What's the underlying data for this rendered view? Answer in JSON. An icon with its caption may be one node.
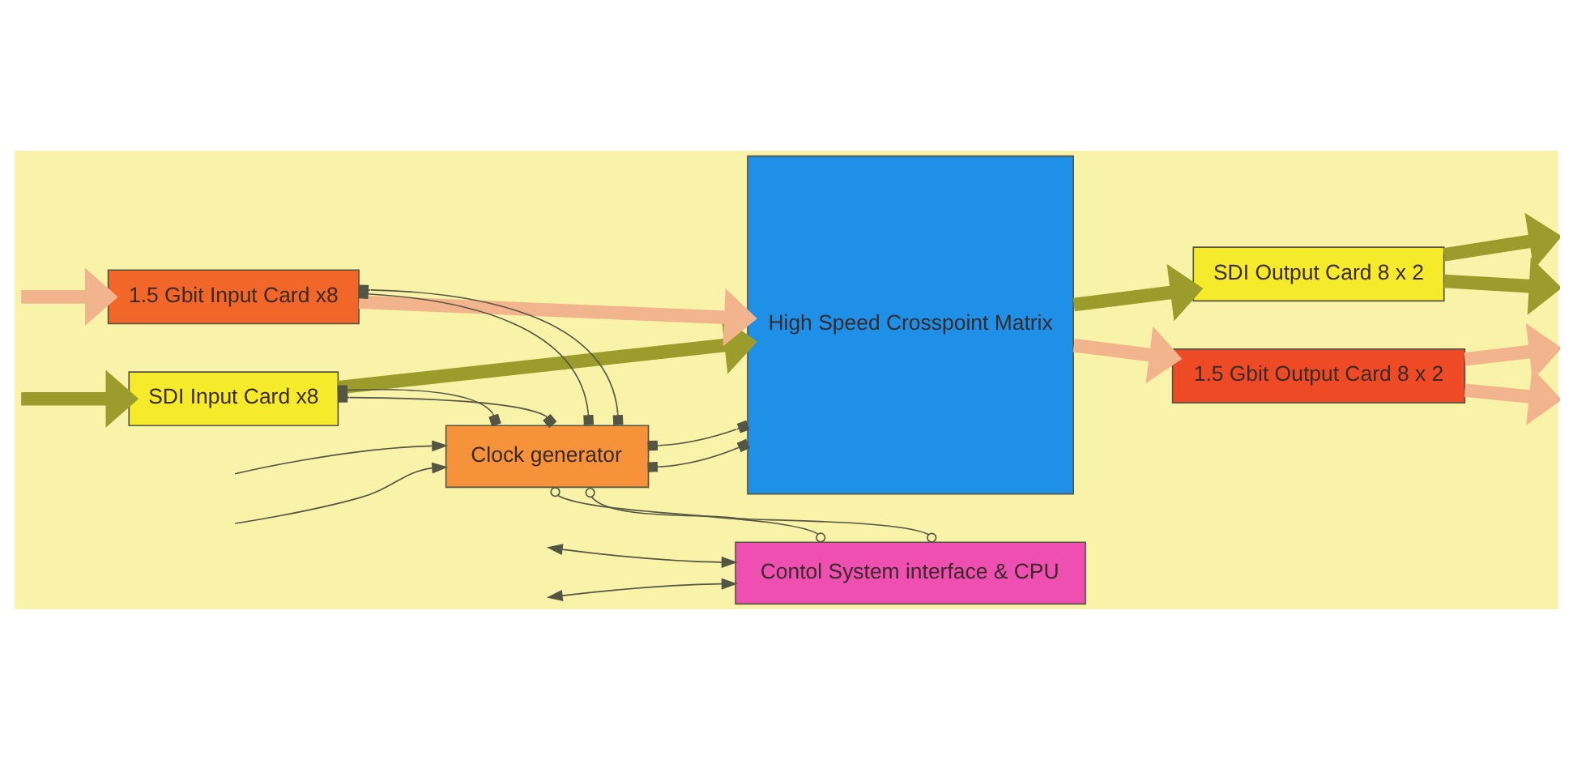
{
  "diagram": {
    "nodes": [
      {
        "text": [
          "SDI Input Card x8"
        ]
      },
      {
        "text": [
          "1.5 Gbit Input Card x8"
        ]
      },
      {
        "text": [
          "High Speed Crosspoint Matrix"
        ]
      },
      {
        "text": [
          "SDI Output Card 8 x 2"
        ]
      },
      {
        "text": [
          "1.5 Gbit Output Card 8 x 2"
        ]
      },
      {
        "text": [
          "Clock generator"
        ]
      },
      {
        "text": [
          "Contol System interface & CPU"
        ]
      }
    ],
    "edges": [
      {
        "from": null,
        "to": 0,
        "arrow": "to",
        "style": "thick",
        "color": "#9c9c2c"
      },
      {
        "from": null,
        "to": 1,
        "arrow": "to",
        "style": "thick",
        "color": "#f2b48c"
      },
      {
        "from": 0,
        "to": 2,
        "arrow": "to",
        "style": "thick",
        "color": "#9c9c2c"
      },
      {
        "from": 1,
        "to": 2,
        "arrow": "to",
        "style": "thick",
        "color": "#f2b48c"
      },
      {
        "from": 2,
        "to": 3,
        "arrow": "to",
        "style": "thick",
        "color": "#9c9c2c"
      },
      {
        "from": 2,
        "to": 4,
        "arrow": "to",
        "style": "thick",
        "color": "#f2b48c"
      },
      {
        "from": 3,
        "to": null,
        "arrow": "to",
        "style": "thick",
        "color": "#9c9c2c"
      },
      {
        "from": 3,
        "to": null,
        "arrow": "to",
        "style": "thick",
        "color": "#9c9c2c"
      },
      {
        "from": 4,
        "to": null,
        "arrow": "to",
        "style": "thick",
        "color": "#f2b48c"
      },
      {
        "from": 4,
        "to": null,
        "arrow": "to",
        "style": "thick",
        "color": "#f2b48c"
      },
      {
        "from": 0,
        "to": 5,
        "arrow": "other"
      },
      {
        "from": 0,
        "to": 5,
        "arrow": "other"
      },
      {
        "from": 1,
        "to": 5,
        "arrow": "other"
      },
      {
        "from": 1,
        "to": 5,
        "arrow": "other"
      },
      {
        "from": 5,
        "to": 2,
        "arrow": "other"
      },
      {
        "from": 5,
        "to": 2,
        "arrow": "other"
      },
      {
        "from": 5,
        "to": 6,
        "arrow": "other"
      },
      {
        "from": 5,
        "to": 6,
        "arrow": "other"
      },
      {
        "from": null,
        "to": 5,
        "arrow": "to"
      },
      {
        "from": null,
        "to": 5,
        "arrow": "to"
      },
      {
        "from": null,
        "to": 6,
        "arrow": "both"
      },
      {
        "from": null,
        "to": 6,
        "arrow": "both"
      }
    ]
  }
}
